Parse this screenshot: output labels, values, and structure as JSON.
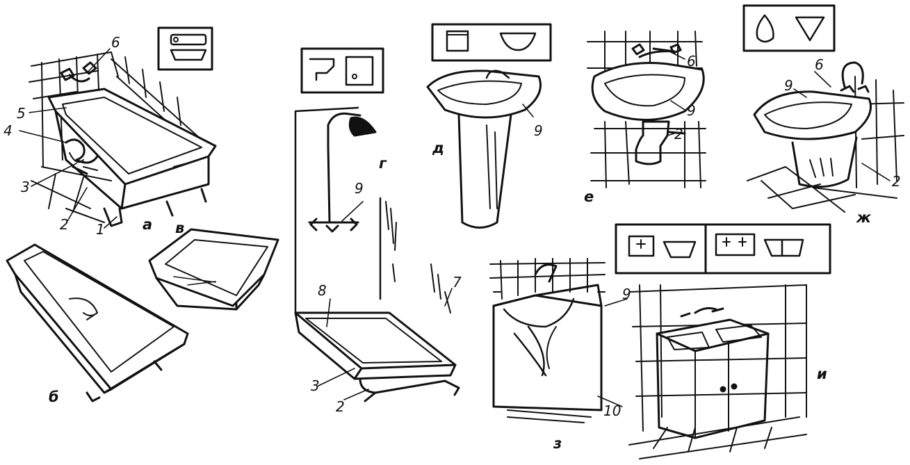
{
  "palette": {
    "ink": "#111111",
    "paper": "#ffffff"
  },
  "panels": {
    "a": {
      "letter": "а",
      "callouts": {
        "n1": "1",
        "n2": "2",
        "n3": "3",
        "n4": "4",
        "n5": "5",
        "n6": "6"
      }
    },
    "b": {
      "letter": "б"
    },
    "v": {
      "letter": "в"
    },
    "g": {
      "letter": "г",
      "callouts": {
        "n2": "2",
        "n3": "3",
        "n7": "7",
        "n8": "8",
        "n9": "9"
      }
    },
    "d": {
      "letter": "д",
      "callouts": {
        "n9": "9"
      }
    },
    "e": {
      "letter": "е",
      "callouts": {
        "n2": "2",
        "n6": "6",
        "n9": "9"
      }
    },
    "zh": {
      "letter": "ж",
      "callouts": {
        "n2": "2",
        "n6": "6",
        "n9": "9"
      }
    },
    "z": {
      "letter": "з",
      "callouts": {
        "n9": "9",
        "n10": "10"
      }
    },
    "i": {
      "letter": "и"
    }
  }
}
